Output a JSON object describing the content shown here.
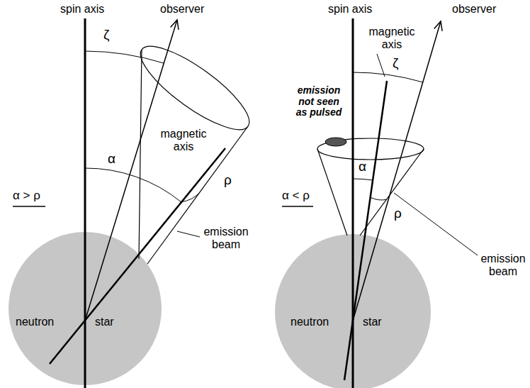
{
  "diagram": {
    "nodes": [
      {
        "text": [
          "neutron",
          "star"
        ]
      },
      {
        "text": [
          "neutron",
          "star"
        ]
      }
    ],
    "labels": [
      "spin axis",
      "observer",
      "ζ",
      "magnetic axis",
      "α",
      "ρ",
      "emission beam",
      "α > ρ",
      "spin axis",
      "observer",
      "magnetic axis",
      "ζ",
      "emission not seen as pulsed",
      "α",
      "emission beam",
      "ρ",
      "α < ρ"
    ]
  }
}
